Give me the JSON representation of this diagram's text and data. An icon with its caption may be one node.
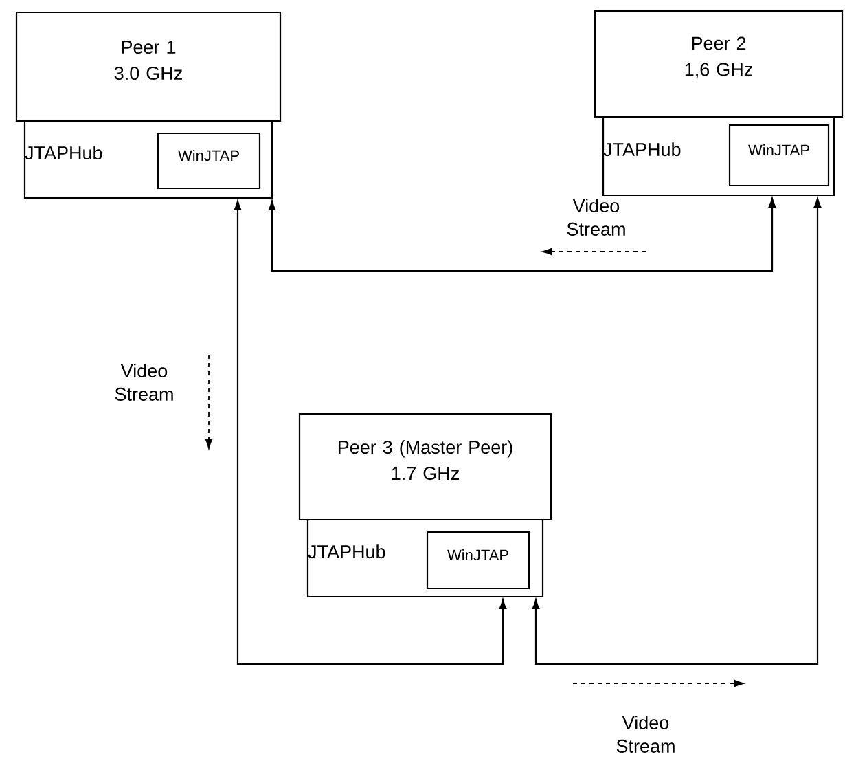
{
  "diagram": {
    "nodes": [
      {
        "text": [
          "Peer 1",
          "3.0 GHz"
        ]
      },
      {
        "text": [
          "JTAPHub"
        ]
      },
      {
        "text": [
          "WinJTAP"
        ],
        "in": 1
      },
      {
        "text": [
          "Peer 2",
          "1,6 GHz"
        ]
      },
      {
        "text": [
          "JTAPHub"
        ]
      },
      {
        "text": [
          "WinJTAP"
        ],
        "in": 4
      },
      {
        "text": [
          "Peer 3 (Master Peer)",
          "1.7 GHz"
        ]
      },
      {
        "text": [
          "JTAPHub"
        ]
      },
      {
        "text": [
          "WinJTAP"
        ],
        "in": 7
      }
    ],
    "edges": [
      {
        "from": 1,
        "to": 4,
        "arrow": "both"
      },
      {
        "from": 1,
        "to": 7,
        "arrow": "both"
      },
      {
        "from": 7,
        "to": 4,
        "arrow": "both"
      }
    ],
    "labels": [
      "Video Stream",
      "Video Stream",
      "Video Stream"
    ]
  }
}
